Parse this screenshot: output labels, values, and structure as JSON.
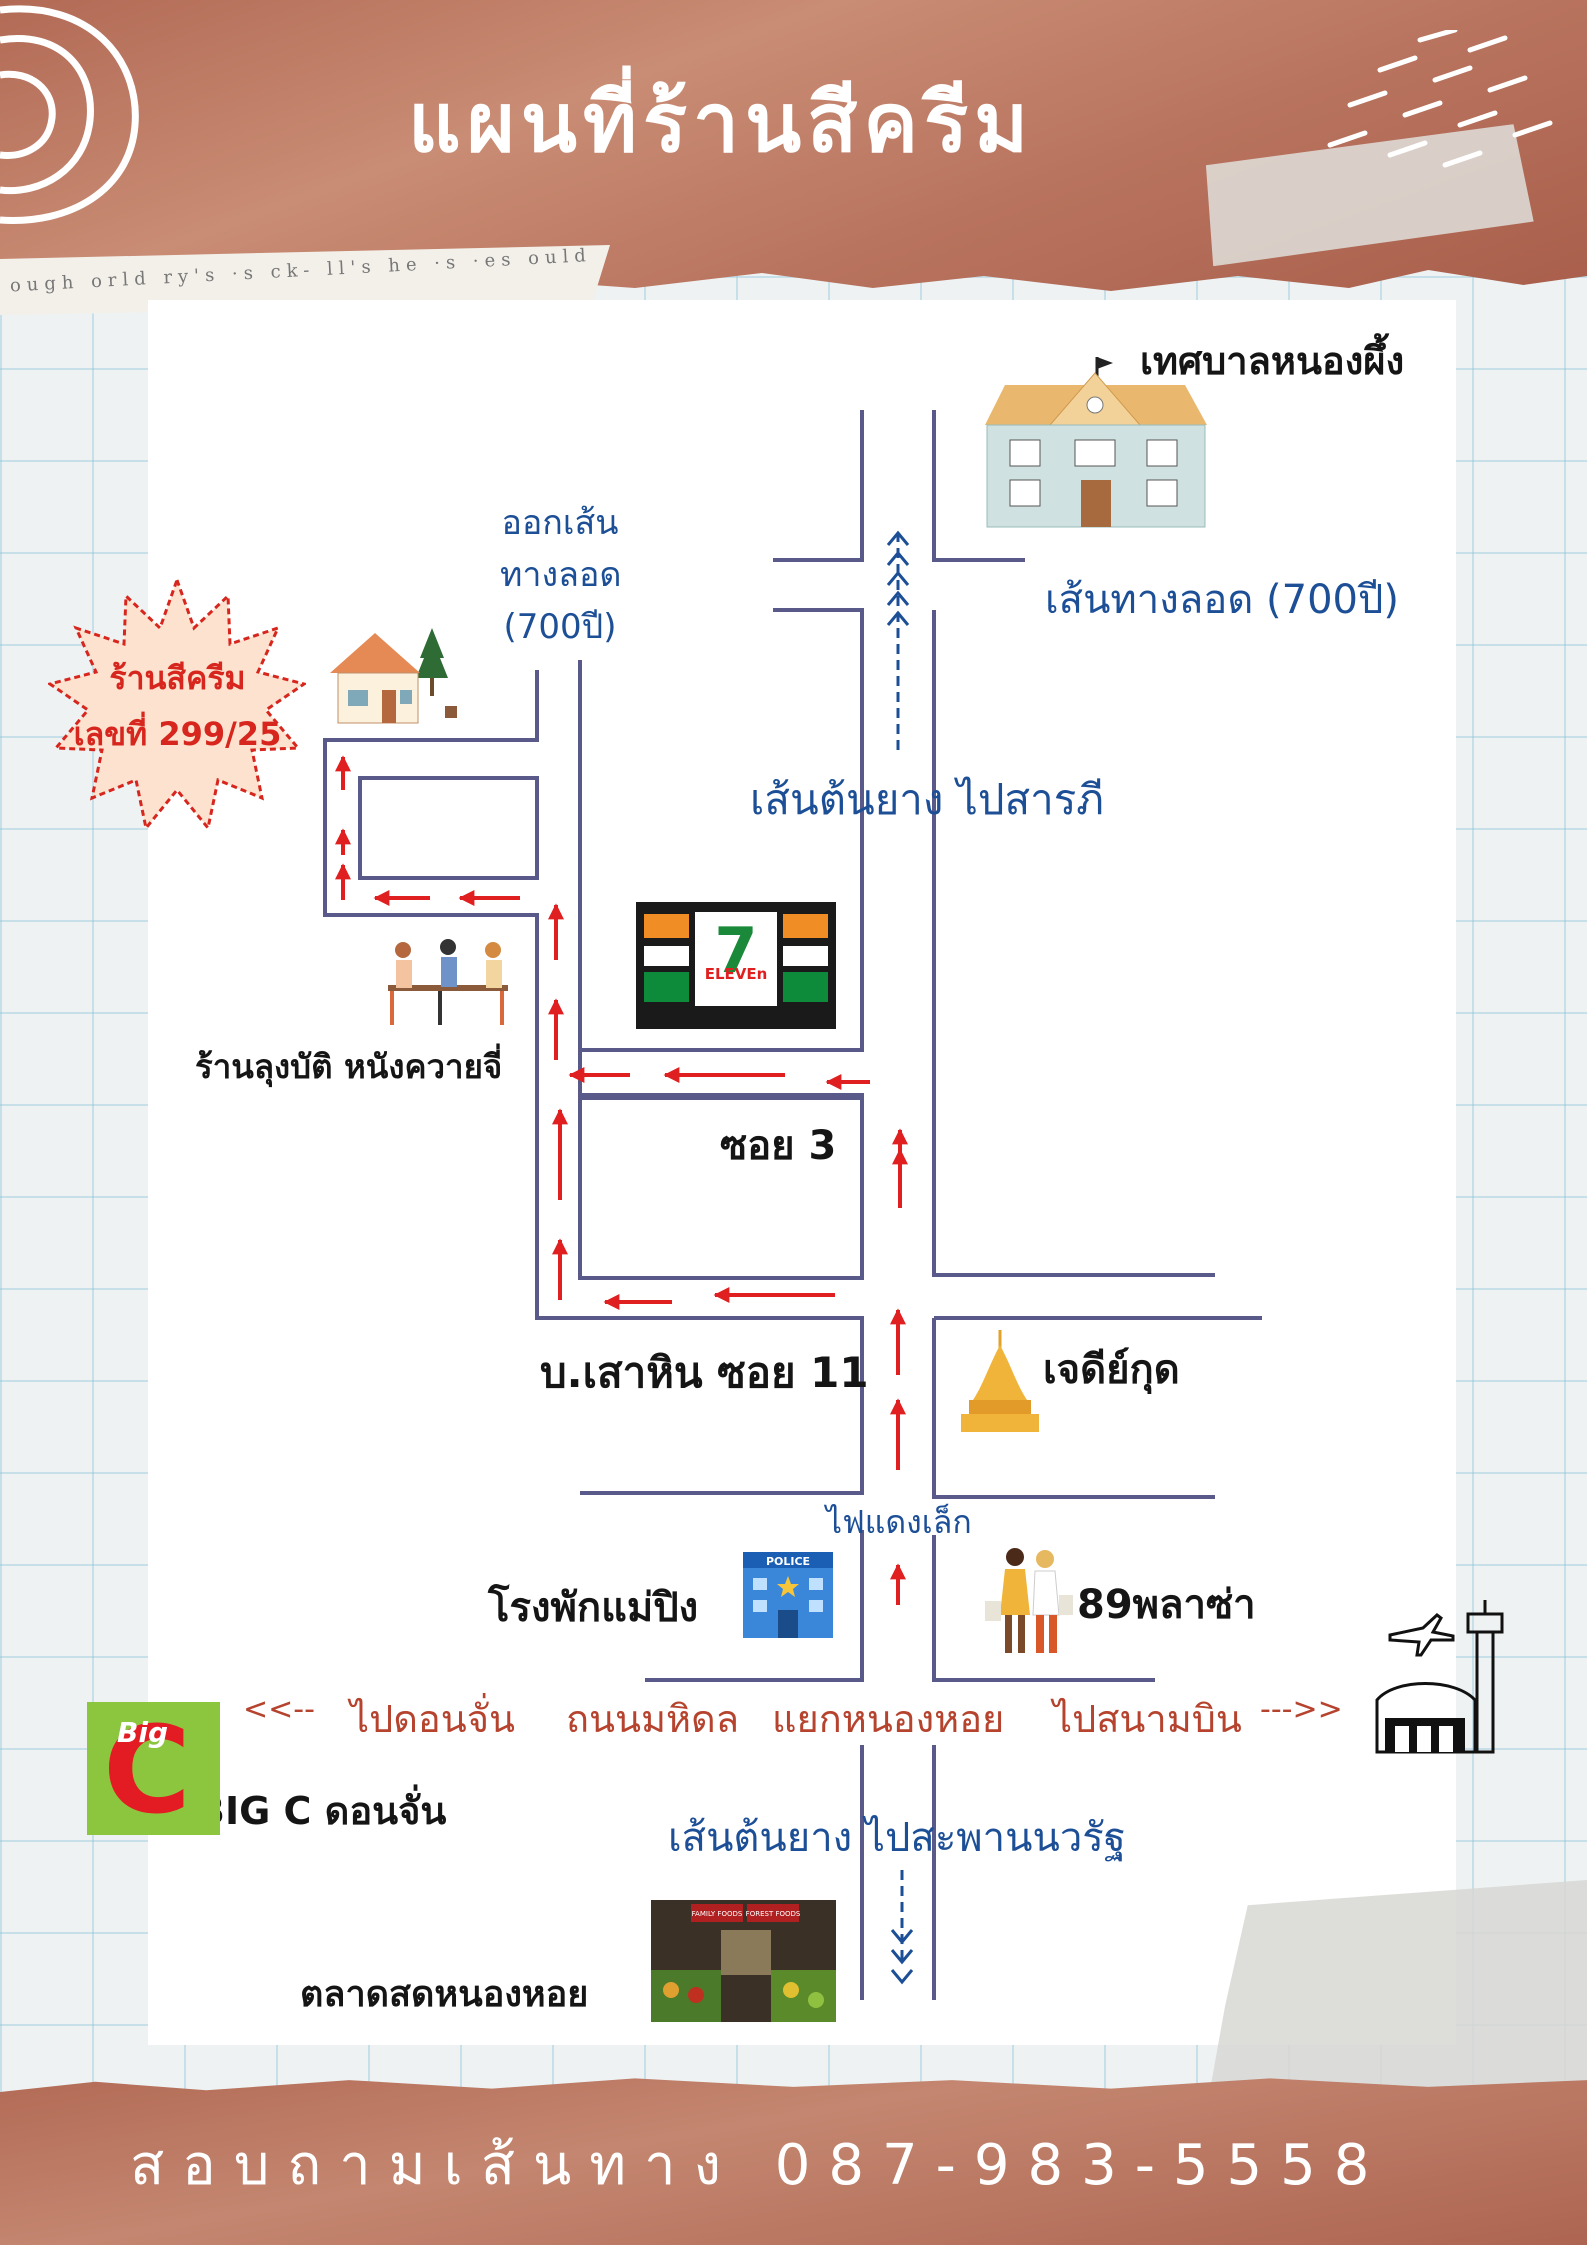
{
  "header": {
    "title": "แผนที่ร้านสีครีม",
    "newsprint": "ough orld ry's ·s ck- ll's he ·s ·es ould ame, ero"
  },
  "shop": {
    "name": "ร้านสีครีม",
    "address": "เลขที่ 299/25"
  },
  "roads": {
    "exit_loat": [
      "ออกเส้น",
      "ทางลอด",
      "(700ปี)"
    ],
    "loat_700": "เส้นทางลอด (700ปี)",
    "tonyang_sarapi": "เส้นต้นยาง ไปสารภี",
    "tonyang_nawarat": "เส้นต้นยาง ไปสะพานนวรัฐ",
    "soi3": "ซอย 3",
    "saohin_soi11": "บ.เสาหิน ซอย 11",
    "traffic_light": "ไฟแดงเล็ก",
    "main_road": {
      "left_arrow": "<<--",
      "to_donchan": "ไปดอนจั่น",
      "mahidol": "ถนนมหิดล",
      "nonghoi_junction": "แยกหนองหอย",
      "to_airport": "ไปสนามบิน",
      "right_arrow": "--->>"
    }
  },
  "landmarks": {
    "municipality": "เทศบาลหนองผึ้ง",
    "lung_bat": "ร้านลุงบัติ หนังควายจี่",
    "seven_eleven_logo": "ELEVEn",
    "chedi": "เจดีย์กุด",
    "hotel": "โรงพักแม่ปิง",
    "police_sign": "POLICE",
    "plaza": "89พลาซ่า",
    "bigc_logo": "Big",
    "bigc": "BIG C ดอนจั่น",
    "market": "ตลาดสดหนองหอย",
    "market_sign": [
      "FAMILY FOODS",
      "FOREST FOODS"
    ]
  },
  "footer": {
    "contact": "สอบถามเส้นทาง 087-983-5558"
  },
  "colors": {
    "road": "#5a5a8a",
    "route_arrow": "#e02020",
    "blue_arrow": "#1d4f97",
    "brick": "#b26a55"
  }
}
